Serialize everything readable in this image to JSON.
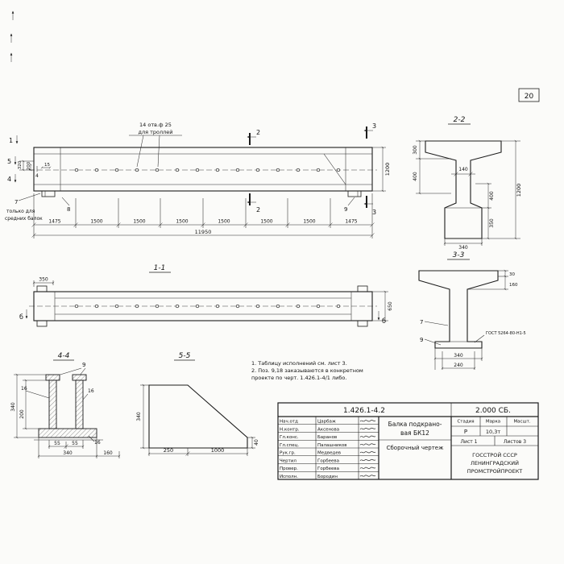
{
  "sheet_no": "20",
  "main": {
    "callout_line1": "14 отв.ф 25",
    "callout_line2": "для троллей",
    "mark_1": "1",
    "mark_5": "5",
    "mark_4": "4",
    "mark_2": "2",
    "mark_3": "3",
    "pos_4": "4",
    "pos_7": "7",
    "pos_8": "8",
    "pos_9": "9",
    "dim_320": "320",
    "dim_200": "200",
    "dim_15": "15",
    "dim_1200": "1200",
    "note_line1": "только для",
    "note_line2": "средних балок",
    "segments": [
      "1475",
      "1500",
      "1500",
      "1500",
      "1500",
      "1500",
      "1500",
      "1475"
    ],
    "dim_total": "11950"
  },
  "section_2_2": {
    "label": "2-2",
    "dim_300": "300",
    "dim_400_top": "400",
    "dim_140": "140",
    "dim_400_bot": "400",
    "dim_350": "350",
    "dim_340": "340",
    "dim_1200": "1200"
  },
  "section_3_3": {
    "label": "3-3",
    "dim_30": "30",
    "dim_160": "160",
    "pos_7": "7",
    "pos_9": "9",
    "weld_note": "ГОСТ 5264-80-Н1-5",
    "dim_340": "340",
    "dim_240": "240"
  },
  "view_1_1": {
    "label": "1-1",
    "dim_350": "350",
    "dim_650": "650",
    "mark_b": "б"
  },
  "view_4_4": {
    "label": "4-4",
    "pos_9": "9",
    "dim_16": "16",
    "dim_55": "55",
    "dim_340_bottom": "340",
    "dim_160": "160",
    "dim_340_left": "340",
    "dim_200": "200"
  },
  "view_5_5": {
    "label": "5-5",
    "dim_340": "340",
    "dim_250": "250",
    "dim_1000": "1000",
    "dim_40": "40"
  },
  "notes": [
    "1. Таблицу исполнений см. лист 3.",
    "2. Поз. 9,18 заказываются в конкретном",
    "    проекте по черт. 1.426.1-4/1 либо."
  ],
  "title_block": {
    "doc_no": "1.426.1-4.2",
    "doc_code": "2.000 СБ.",
    "col_stage": "Стадия",
    "col_mark": "Марка",
    "col_scale": "Масшт.",
    "stage_value": "Р",
    "mass_value": "10,3т",
    "title_line1": "Балка подкрано-",
    "title_line2": "вая  БК12",
    "title_line3": "Сборочный чертеж",
    "sheet_label": "Лист 1",
    "sheets_label": "Листов 3",
    "org_line1": "ГОССТРОЙ СССР",
    "org_line2": "ЛЕНИНГРАДСКИЙ",
    "org_line3": "ПРОМСТРОЙПРОЕКТ",
    "rows": [
      {
        "role": "Нач.отд",
        "name": "Царбаж"
      },
      {
        "role": "Н.контр.",
        "name": "Аксенова"
      },
      {
        "role": "Гл.конс.",
        "name": "Баранов"
      },
      {
        "role": "Гл.спец.",
        "name": "Палашников"
      },
      {
        "role": "Рук.гр.",
        "name": "Медведев"
      },
      {
        "role": "Чертил",
        "name": "Горбеева"
      },
      {
        "role": "Провер.",
        "name": "Горбеева"
      },
      {
        "role": "Исполн.",
        "name": "Бородин"
      }
    ]
  }
}
